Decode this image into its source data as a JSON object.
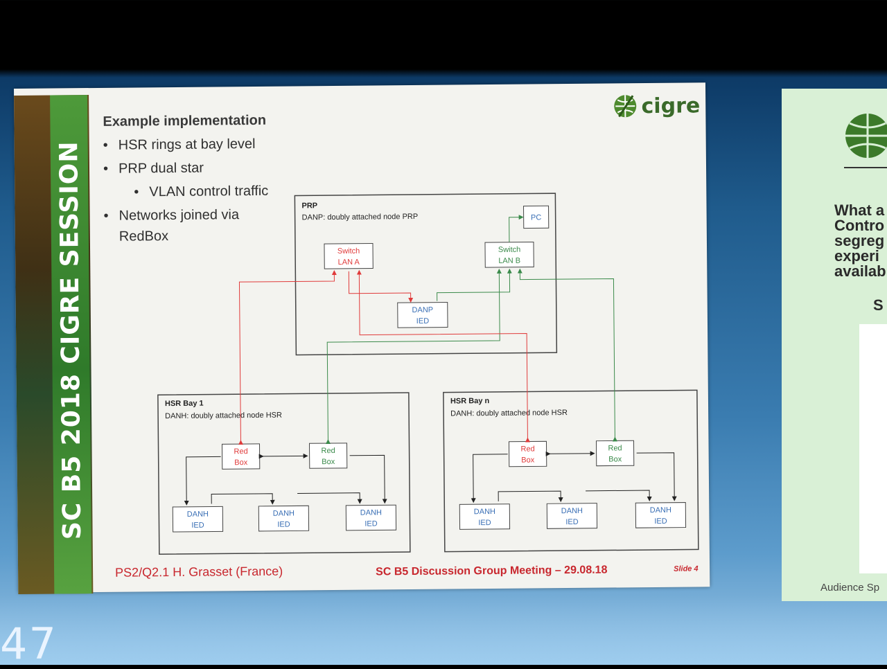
{
  "slide": {
    "session_title": "SC B5   2018 CIGRE SESSION",
    "logo_text": "cigre",
    "heading": "Example implementation",
    "bullets": [
      "HSR rings at bay level",
      "PRP dual star",
      "VLAN control traffic",
      "Networks joined via",
      "RedBox"
    ],
    "prp": {
      "title": "PRP",
      "subtitle": "DANP: doubly attached node PRP",
      "switch_a": [
        "Switch",
        "LAN A"
      ],
      "switch_b": [
        "Switch",
        "LAN B"
      ],
      "pc": "PC",
      "danp": [
        "DANP",
        "IED"
      ]
    },
    "hsr1": {
      "title": "HSR Bay 1",
      "subtitle": "DANH: doubly attached node HSR"
    },
    "hsrn": {
      "title": "HSR Bay n",
      "subtitle": "DANH: doubly attached node HSR"
    },
    "redbox": [
      "Red",
      "Box"
    ],
    "danh": [
      "DANH",
      "IED"
    ],
    "footer_left": "PS2/Q2.1 H. Grasset (France)",
    "footer_mid": "SC B5 Discussion Group Meeting  –  29.08.18",
    "footer_right": "Slide 4"
  },
  "side_slide": {
    "question_lines": "What a\nContro\nsegreg\nexperi\navailab",
    "letter": "S",
    "audience": "Audience Sp"
  },
  "slide_number": "47",
  "colors": {
    "lan_a": "#e03a3a",
    "lan_b": "#3a8a4a",
    "ied_text": "#3a6fb5",
    "footer": "#c8272e"
  }
}
